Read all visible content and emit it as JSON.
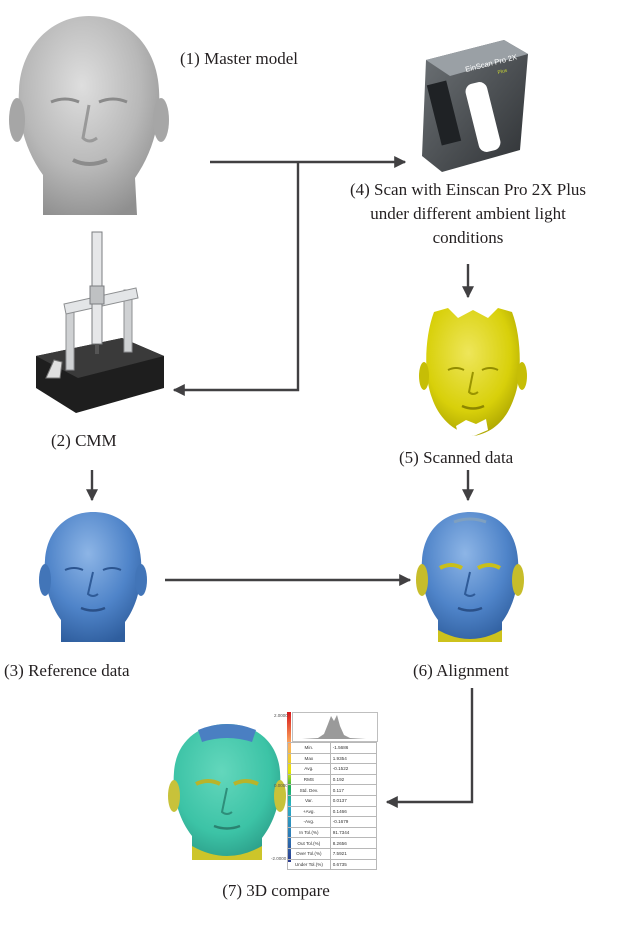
{
  "steps": {
    "master_model": "(1) Master model",
    "cmm": "(2) CMM",
    "reference_data": "(3) Reference data",
    "scan_line1": "(4) Scan with Einscan Pro 2X Plus",
    "scan_line2": "under different ambient light",
    "scan_line3": "conditions",
    "scanned_data": "(5) Scanned data",
    "alignment": "(6) Alignment",
    "compare": "(7) 3D compare"
  },
  "scanner_brand": "EinScan Pro 2X",
  "scanner_sub": "Plus",
  "colors": {
    "arrow": "#414042",
    "master_gray": "#b3b3b3",
    "scan_yellow": "#d8d00a",
    "reference_blue": "#4f84c9",
    "compare_teal": "#3cc3a6"
  },
  "compare_stats": [
    {
      "label": "Min.",
      "value": "-1.5686"
    },
    {
      "label": "Max",
      "value": "1.9354"
    },
    {
      "label": "Avg.",
      "value": "-0.1522"
    },
    {
      "label": "RMS",
      "value": "0.192"
    },
    {
      "label": "Std. Dev.",
      "value": "0.117"
    },
    {
      "label": "Var.",
      "value": "0.0137"
    },
    {
      "label": "+Avg.",
      "value": "0.1466"
    },
    {
      "label": "-Avg.",
      "value": "-0.1679"
    },
    {
      "label": "In Tol.(%)",
      "value": "91.7344"
    },
    {
      "label": "Out Tol.(%)",
      "value": "8.2656"
    },
    {
      "label": "Over Tol.(%)",
      "value": "7.5921"
    },
    {
      "label": "Under Tol.(%)",
      "value": "0.6735"
    }
  ],
  "scale_top": "2.0000",
  "scale_mid": "0.0000",
  "scale_bottom": "-2.0000"
}
